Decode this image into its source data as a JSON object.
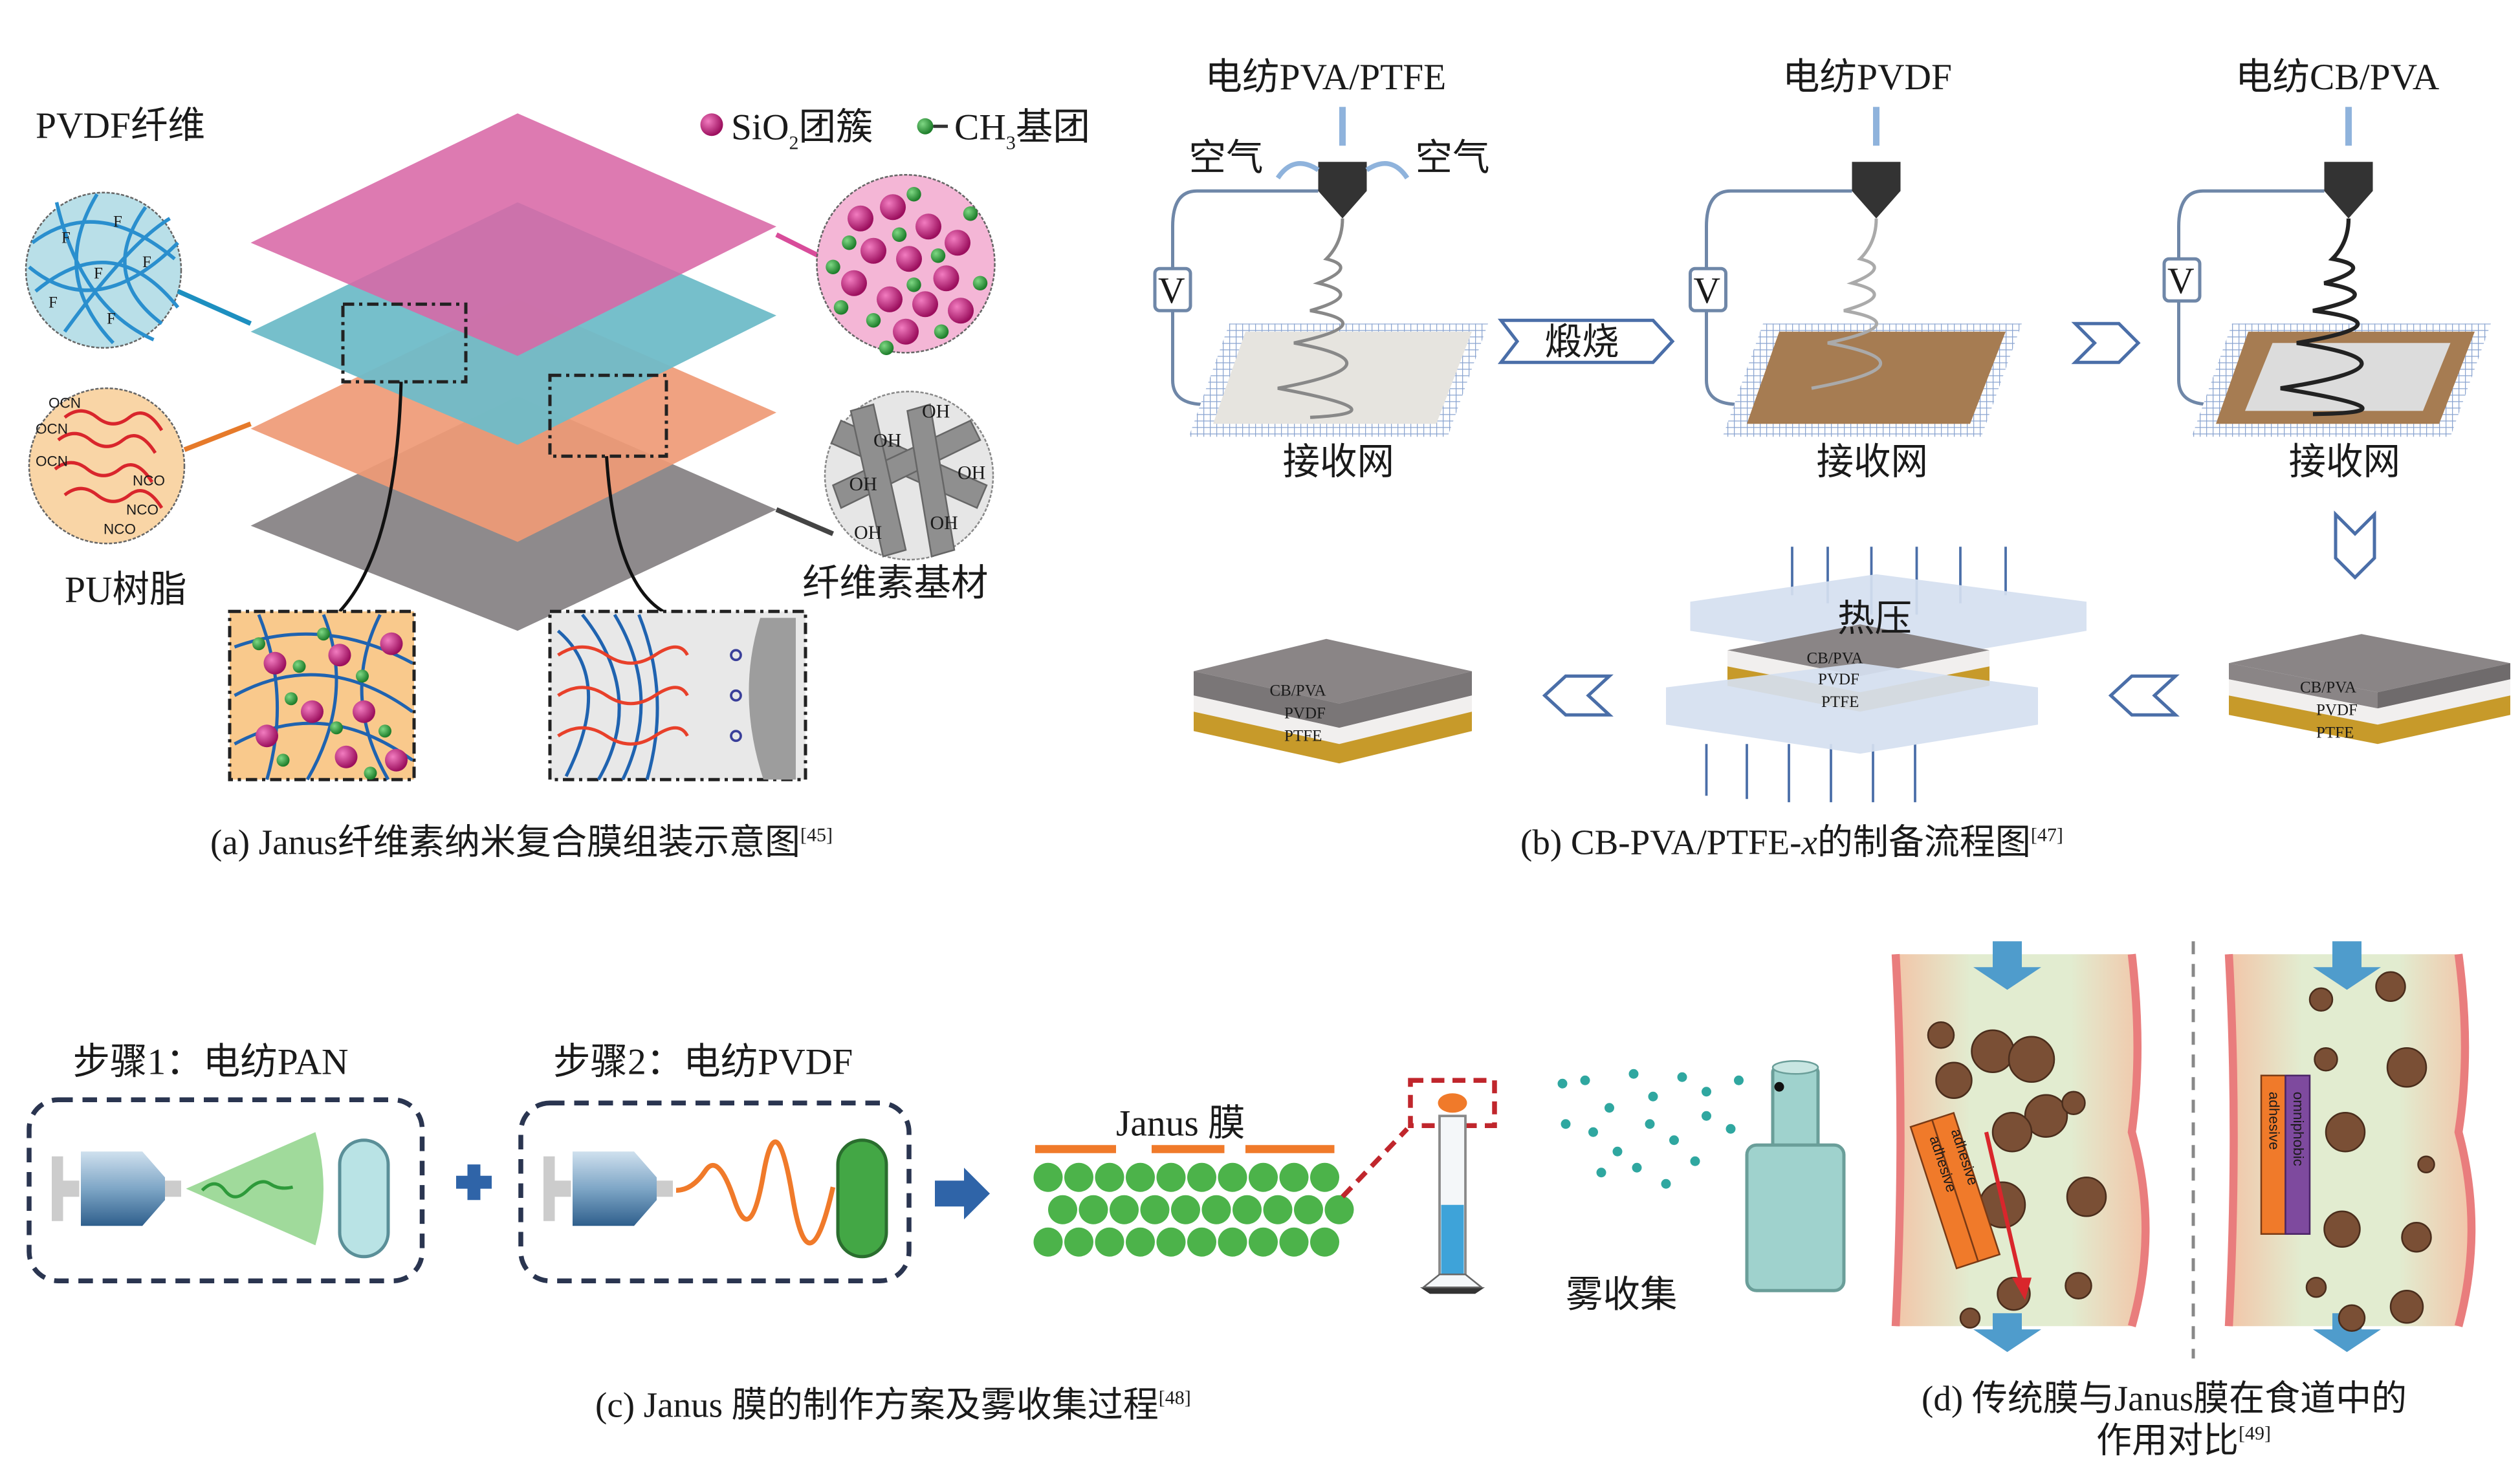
{
  "panel_a": {
    "label_pvdf": "PVDF纤维",
    "label_pu": "PU树脂",
    "label_cellulose": "纤维素基材",
    "legend_sio2_prefix": "SiO",
    "legend_sio2_sub": "2",
    "legend_sio2_suffix": "团簇",
    "legend_ch3_prefix": "CH",
    "legend_ch3_sub": "3",
    "legend_ch3_suffix": "基团",
    "ocn": "OCN",
    "nco": "NCO",
    "oh": "OH",
    "f": "F",
    "caption": "(a) Janus纤维素纳米复合膜组装示意图",
    "caption_ref": "[45]",
    "colors": {
      "top_layer": "#d868a6",
      "pvdf_layer": "#6fbcc8",
      "pu_layer": "#ef9a76",
      "base_layer": "#8e8a8c",
      "sio2": "#b0196e",
      "ch3": "#2e9a3a"
    }
  },
  "panel_b": {
    "step1_title": "电纺PVA/PTFE",
    "step2_title": "电纺PVDF",
    "step3_title": "电纺CB/PVA",
    "air_left": "空气",
    "air_right": "空气",
    "voltage": "V",
    "collector": "接收网",
    "calcine": "煅烧",
    "hot_press": "热压",
    "layer_top": "CB/PVA",
    "layer_mid": "PVDF",
    "layer_bottom": "PTFE",
    "caption_prefix": "(b) CB-PVA/PTFE-",
    "caption_italic": "x",
    "caption_suffix": "的制备流程图",
    "caption_ref": "[47]"
  },
  "panel_c": {
    "step1": "步骤1：电纺PAN",
    "step2": "步骤2：电纺PVDF",
    "janus_membrane": "Janus 膜",
    "fog_collection": "雾收集",
    "caption": "(c) Janus 膜的制作方案及雾收集过程",
    "caption_ref": "[48]"
  },
  "panel_d": {
    "label_adhesive": "adhesive",
    "label_omniphobic": "omniphobic",
    "caption_line1": "(d) 传统膜与Janus膜在食道中的",
    "caption_line2": "作用对比",
    "caption_ref": "[49]"
  }
}
